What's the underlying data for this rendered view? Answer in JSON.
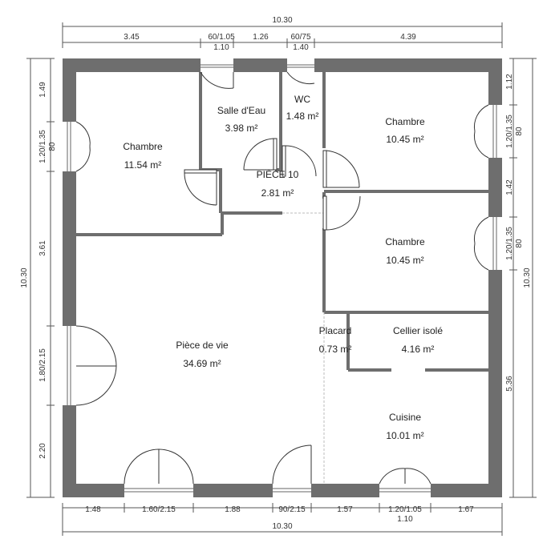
{
  "plan": {
    "overall_width": "10.30",
    "overall_depth": "10.30",
    "rooms": [
      {
        "name": "Chambre",
        "area": "11.54 m²"
      },
      {
        "name": "Salle d'Eau",
        "area": "3.98 m²"
      },
      {
        "name": "WC",
        "area": "1.48 m²"
      },
      {
        "name": "Chambre",
        "area": "10.45 m²"
      },
      {
        "name": "PIÈCE 10",
        "area": "2.81 m²"
      },
      {
        "name": "Chambre",
        "area": "10.45 m²"
      },
      {
        "name": "Pièce de vie",
        "area": "34.69 m²"
      },
      {
        "name": "Placard",
        "area": "0.73 m²"
      },
      {
        "name": "Cellier isolé",
        "area": "4.16 m²"
      },
      {
        "name": "Cuisine",
        "area": "10.01 m²"
      }
    ],
    "dims_top": [
      "3.45",
      "60/1.05",
      "1.10",
      "1.26",
      "60/75",
      "1.40",
      "4.39"
    ],
    "dims_bottom": [
      "1.48",
      "1.60/2.15",
      "1.88",
      "90/2.15",
      "1.57",
      "1.20/1.05",
      "1.10",
      "1.67"
    ],
    "dims_left": [
      "1.49",
      "1.20/1.35",
      "80",
      "3.61",
      "1.80/2.15",
      "2.20"
    ],
    "dims_right": [
      "1.12",
      "1.20/1.35",
      "80",
      "1.42",
      "1.20/1.35",
      "80",
      "5.36"
    ]
  }
}
